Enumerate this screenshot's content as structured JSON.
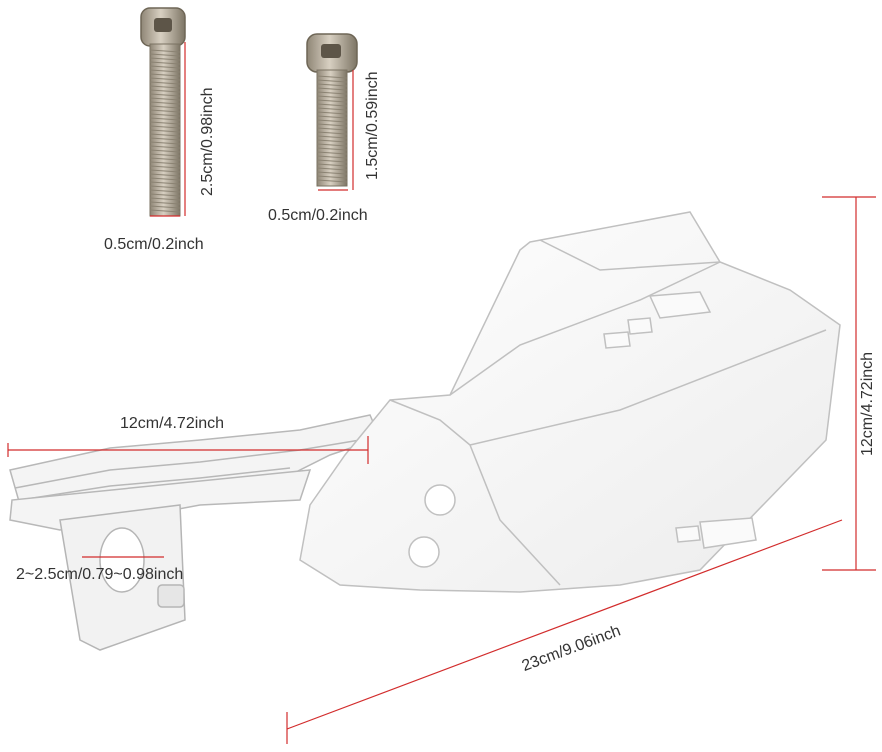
{
  "product": {
    "dimensions": {
      "bolt_long_height": "2.5cm/0.98inch",
      "bolt_long_width": "0.5cm/0.2inch",
      "bolt_short_height": "1.5cm/0.59inch",
      "bolt_short_width": "0.5cm/0.2inch",
      "arm_length": "12cm/4.72inch",
      "clamp_diameter": "2~2.5cm/0.79~0.98inch",
      "guard_height": "12cm/4.72inch",
      "guard_length": "23cm/9.06inch"
    }
  },
  "colors": {
    "dimension_line": "#d22c2c",
    "part_outline": "#b8b8b8",
    "bolt_metal": "#b5ab9c",
    "label_text": "#333333"
  }
}
